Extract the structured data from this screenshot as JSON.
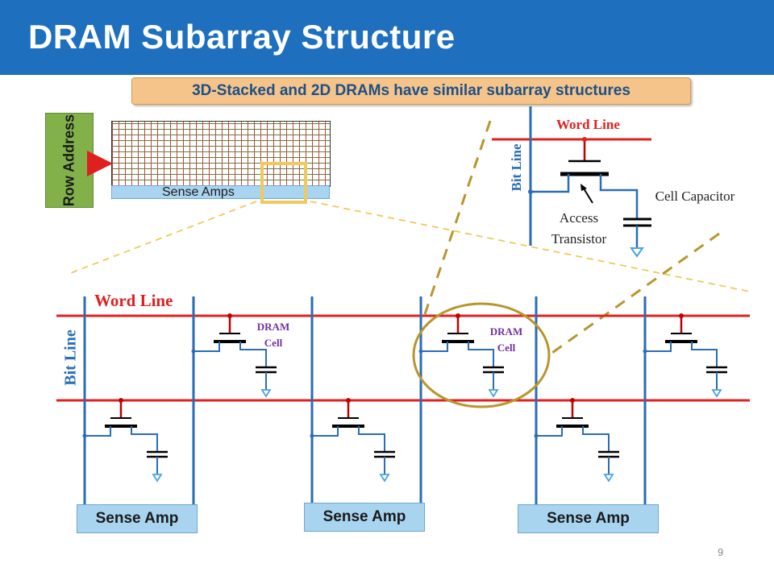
{
  "slide": {
    "title": "DRAM Subarray Structure",
    "banner": "3D-Stacked and 2D DRAMs have similar subarray structures",
    "page_number": "9"
  },
  "overview": {
    "row_address": "Row Address",
    "sense_amps": "Sense Amps"
  },
  "cell_detail": {
    "word_line": "Word Line",
    "bit_line": "Bit Line",
    "access_transistor": "Access Transistor",
    "cell_capacitor": "Cell Capacitor"
  },
  "subarray": {
    "word_line": "Word Line",
    "bit_line": "Bit Line",
    "dram_cell_label": "DRAM Cell",
    "sense_amp_label": "Sense Amp"
  },
  "colors": {
    "title_bar": "#1f6fbf",
    "word_line": "#e02020",
    "bit_line": "#2a6db5",
    "gate": "#c00000",
    "ground": "#4aa3df",
    "banner": "#f4c48a",
    "row_address": "#82b14a",
    "zoom_highlight": "#f0c95a",
    "zoom_lines": "#b8962e",
    "dram_cell_text": "#7030a0"
  }
}
